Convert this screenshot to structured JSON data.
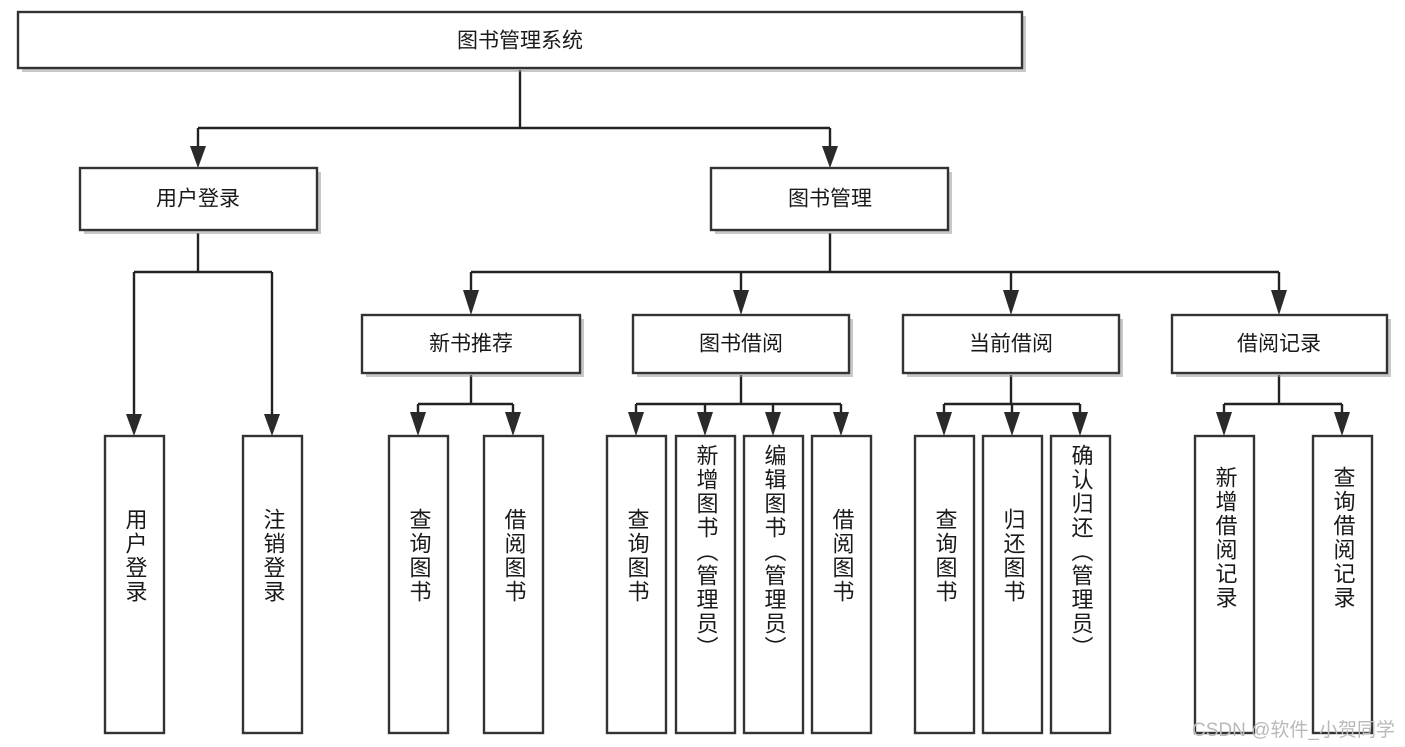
{
  "diagram": {
    "title": "图书管理系统",
    "type": "hierarchy-tree",
    "watermark": "CSDN @软件_小贺同学",
    "colors": {
      "node_fill": "#ffffff",
      "node_stroke": "#333333",
      "connector": "#222222",
      "text": "#1a1a1a",
      "watermark": "#b9b9b9",
      "background": "#ffffff"
    },
    "levels": {
      "level1": [
        {
          "id": "root",
          "label": "图书管理系统"
        }
      ],
      "level2": [
        {
          "id": "user-login",
          "label": "用户登录",
          "parent": "root"
        },
        {
          "id": "book-manage",
          "label": "图书管理",
          "parent": "root"
        }
      ],
      "level3": [
        {
          "id": "new-book-rec",
          "label": "新书推荐",
          "parent": "book-manage"
        },
        {
          "id": "book-borrow",
          "label": "图书借阅",
          "parent": "book-manage"
        },
        {
          "id": "current-borrow",
          "label": "当前借阅",
          "parent": "book-manage"
        },
        {
          "id": "borrow-record",
          "label": "借阅记录",
          "parent": "book-manage"
        }
      ],
      "leaves": [
        {
          "id": "leaf-user-login",
          "label": "用户登录",
          "parent": "user-login"
        },
        {
          "id": "leaf-logout",
          "label": "注销登录",
          "parent": "user-login"
        },
        {
          "id": "leaf-query-book-rec",
          "label": "查询图书",
          "parent": "new-book-rec"
        },
        {
          "id": "leaf-borrow-book-rec",
          "label": "借阅图书",
          "parent": "new-book-rec"
        },
        {
          "id": "leaf-query-book-borrow",
          "label": "查询图书",
          "parent": "book-borrow"
        },
        {
          "id": "leaf-add-book",
          "label": "新增图书（管理员）",
          "parent": "book-borrow"
        },
        {
          "id": "leaf-edit-book",
          "label": "编辑图书（管理员）",
          "parent": "book-borrow"
        },
        {
          "id": "leaf-borrow-book",
          "label": "借阅图书",
          "parent": "book-borrow"
        },
        {
          "id": "leaf-query-book-cur",
          "label": "查询图书",
          "parent": "current-borrow"
        },
        {
          "id": "leaf-return-book",
          "label": "归还图书",
          "parent": "current-borrow"
        },
        {
          "id": "leaf-confirm-return",
          "label": "确认归还（管理员）",
          "parent": "current-borrow"
        },
        {
          "id": "leaf-add-record",
          "label": "新增借阅记录",
          "parent": "borrow-record"
        },
        {
          "id": "leaf-query-record",
          "label": "查询借阅记录",
          "parent": "borrow-record"
        }
      ]
    }
  }
}
